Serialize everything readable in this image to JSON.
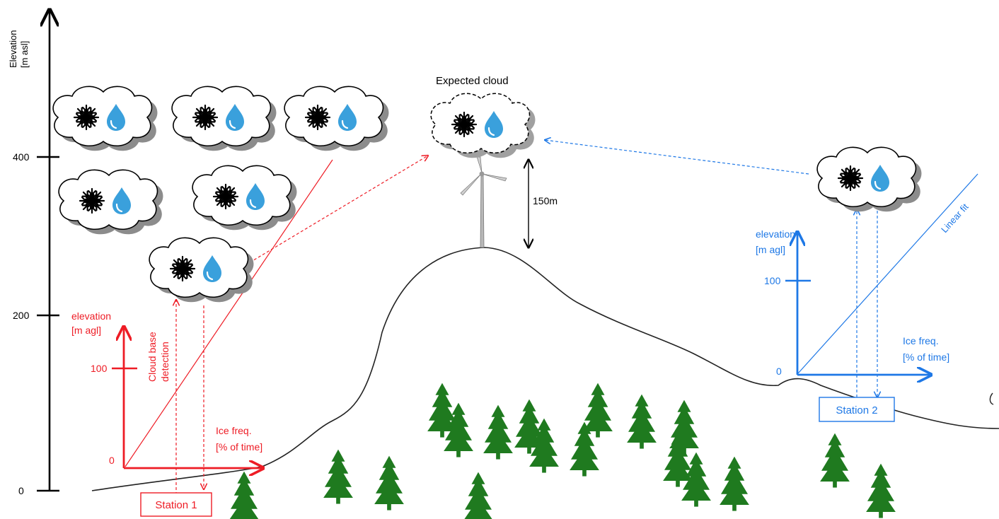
{
  "main_axis": {
    "title_line1": "Elevation",
    "title_line2": "[m asl]",
    "ticks": [
      "400",
      "200",
      "0"
    ]
  },
  "cloud_label": "Expected cloud",
  "gap_label": "150m",
  "station1": {
    "label": "Station 1",
    "ylabel_line1": "elevation",
    "ylabel_line2": "[m agl]",
    "xlabel_line1": "Ice freq.",
    "xlabel_line2": "[% of time]",
    "tick_100": "100",
    "tick_0": "0",
    "detection_line1": "Cloud base",
    "detection_line2": "detection",
    "color": "#ee1c25"
  },
  "station2": {
    "label": "Station 2",
    "ylabel_line1": "elevation",
    "ylabel_line2": "[m agl]",
    "xlabel_line1": "Ice freq.",
    "xlabel_line2": "[% of time]",
    "tick_100": "100",
    "tick_0": "0",
    "fit_label": "Linear fit",
    "color": "#1e78e6"
  },
  "icons": {
    "ice": "snowflake-icon",
    "water": "water-drop-icon",
    "tree": "pine-tree-icon",
    "turbine": "wind-turbine-icon"
  },
  "colors": {
    "tree": "#1f7a1f",
    "drop": "#3aa0dc",
    "terrain": "#222222"
  }
}
